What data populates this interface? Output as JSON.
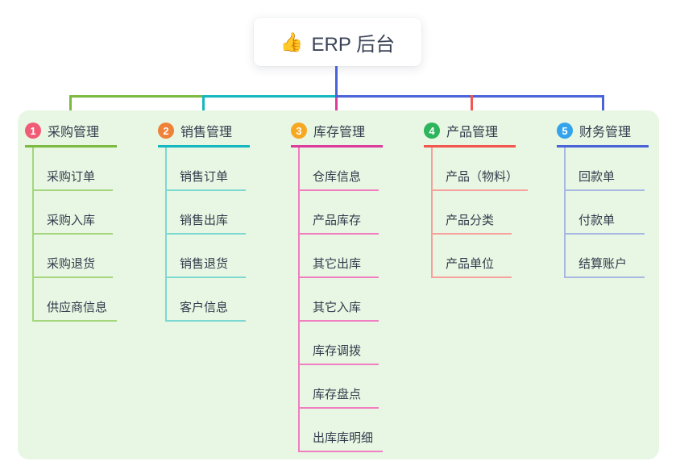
{
  "root": {
    "icon": "👍",
    "title": "ERP 后台"
  },
  "panel": {
    "bg_color": "#e8f7e3"
  },
  "connector": {
    "root_color": "#4a63d8"
  },
  "branches": [
    {
      "number": "1",
      "label": "采购管理",
      "circle_color": "#f15b76",
      "line_color": "#7cba41",
      "child_line_color": "#a5d67d",
      "children": [
        "采购订单",
        "采购入库",
        "采购退货",
        "供应商信息"
      ]
    },
    {
      "number": "2",
      "label": "销售管理",
      "circle_color": "#f08139",
      "line_color": "#14b8be",
      "child_line_color": "#7ed8d2",
      "children": [
        "销售订单",
        "销售出库",
        "销售退货",
        "客户信息"
      ]
    },
    {
      "number": "3",
      "label": "库存管理",
      "circle_color": "#f7a822",
      "line_color": "#dc3d9d",
      "child_line_color": "#f07ec0",
      "children": [
        "仓库信息",
        "产品库存",
        "其它出库",
        "其它入库",
        "库存调拨",
        "库存盘点",
        "出库库明细"
      ]
    },
    {
      "number": "4",
      "label": "产品管理",
      "circle_color": "#2db55d",
      "line_color": "#f2564f",
      "child_line_color": "#f8a09b",
      "children": [
        "产品（物料）",
        "产品分类",
        "产品单位"
      ]
    },
    {
      "number": "5",
      "label": "财务管理",
      "circle_color": "#33a3ec",
      "line_color": "#4a63d8",
      "child_line_color": "#a8b8e2",
      "children": [
        "回款单",
        "付款单",
        "结算账户"
      ]
    }
  ]
}
